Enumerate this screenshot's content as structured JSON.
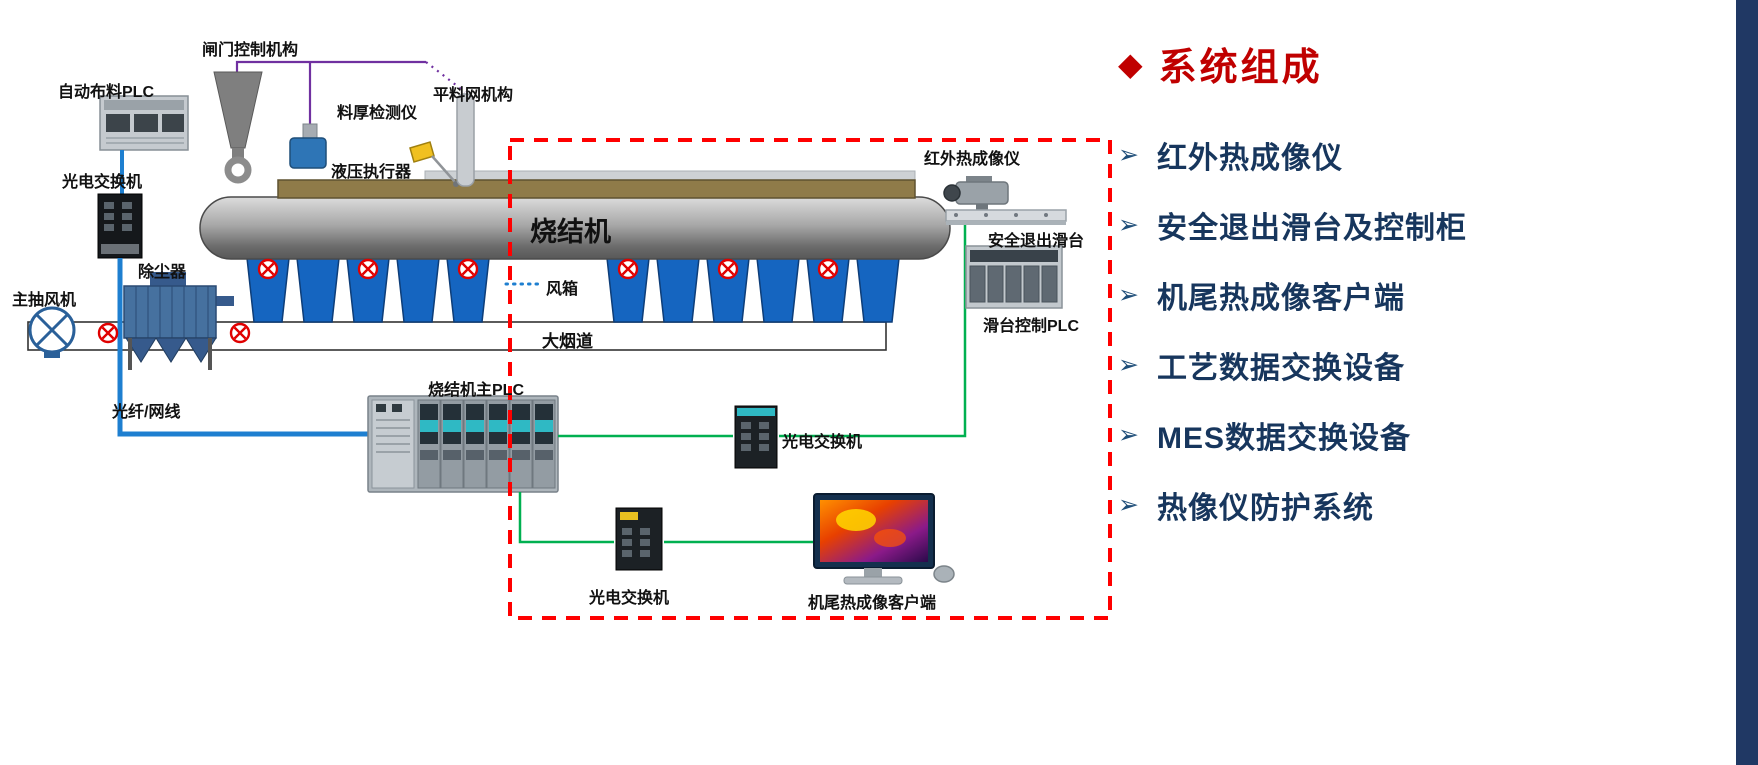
{
  "colors": {
    "blue_line": "#1e7fd0",
    "green_line": "#00b050",
    "purple_line": "#7030a0",
    "red_dashed": "#ff0000",
    "title_red": "#c00000",
    "panel_text": "#17365d",
    "accent_bar": "#203864"
  },
  "right_panel": {
    "title_bullet": "◆",
    "title": "系统组成",
    "bullet": "➢",
    "items": [
      {
        "label": "红外热成像仪"
      },
      {
        "label": "安全退出滑台及控制柜"
      },
      {
        "label": "机尾热成像客户端"
      },
      {
        "label": "工艺数据交换设备"
      },
      {
        "label": "MES数据交换设备"
      },
      {
        "label": "热像仪防护系统"
      }
    ]
  },
  "diagram": {
    "labels": {
      "auto_feed_plc": "自动布料PLC",
      "gate_control": "闸门控制机构",
      "thickness_detector": "料厚检测仪",
      "leveling_net": "平料网机构",
      "hydraulic_actuator": "液压执行器",
      "optical_switch_left": "光电交换机",
      "dust_collector": "除尘器",
      "main_exhaust_fan": "主抽风机",
      "sinter_machine": "烧结机",
      "wind_box": "风箱",
      "main_flue": "大烟道",
      "fiber_network": "光纤/网线",
      "sinter_main_plc": "烧结机主PLC",
      "optical_switch_mid": "光电交换机",
      "infrared_imager": "红外热成像仪",
      "safe_exit_slide": "安全退出滑台",
      "slide_control_plc": "滑台控制PLC",
      "optical_switch_bottom": "光电交换机",
      "tail_thermal_client": "机尾热成像客户端"
    }
  }
}
